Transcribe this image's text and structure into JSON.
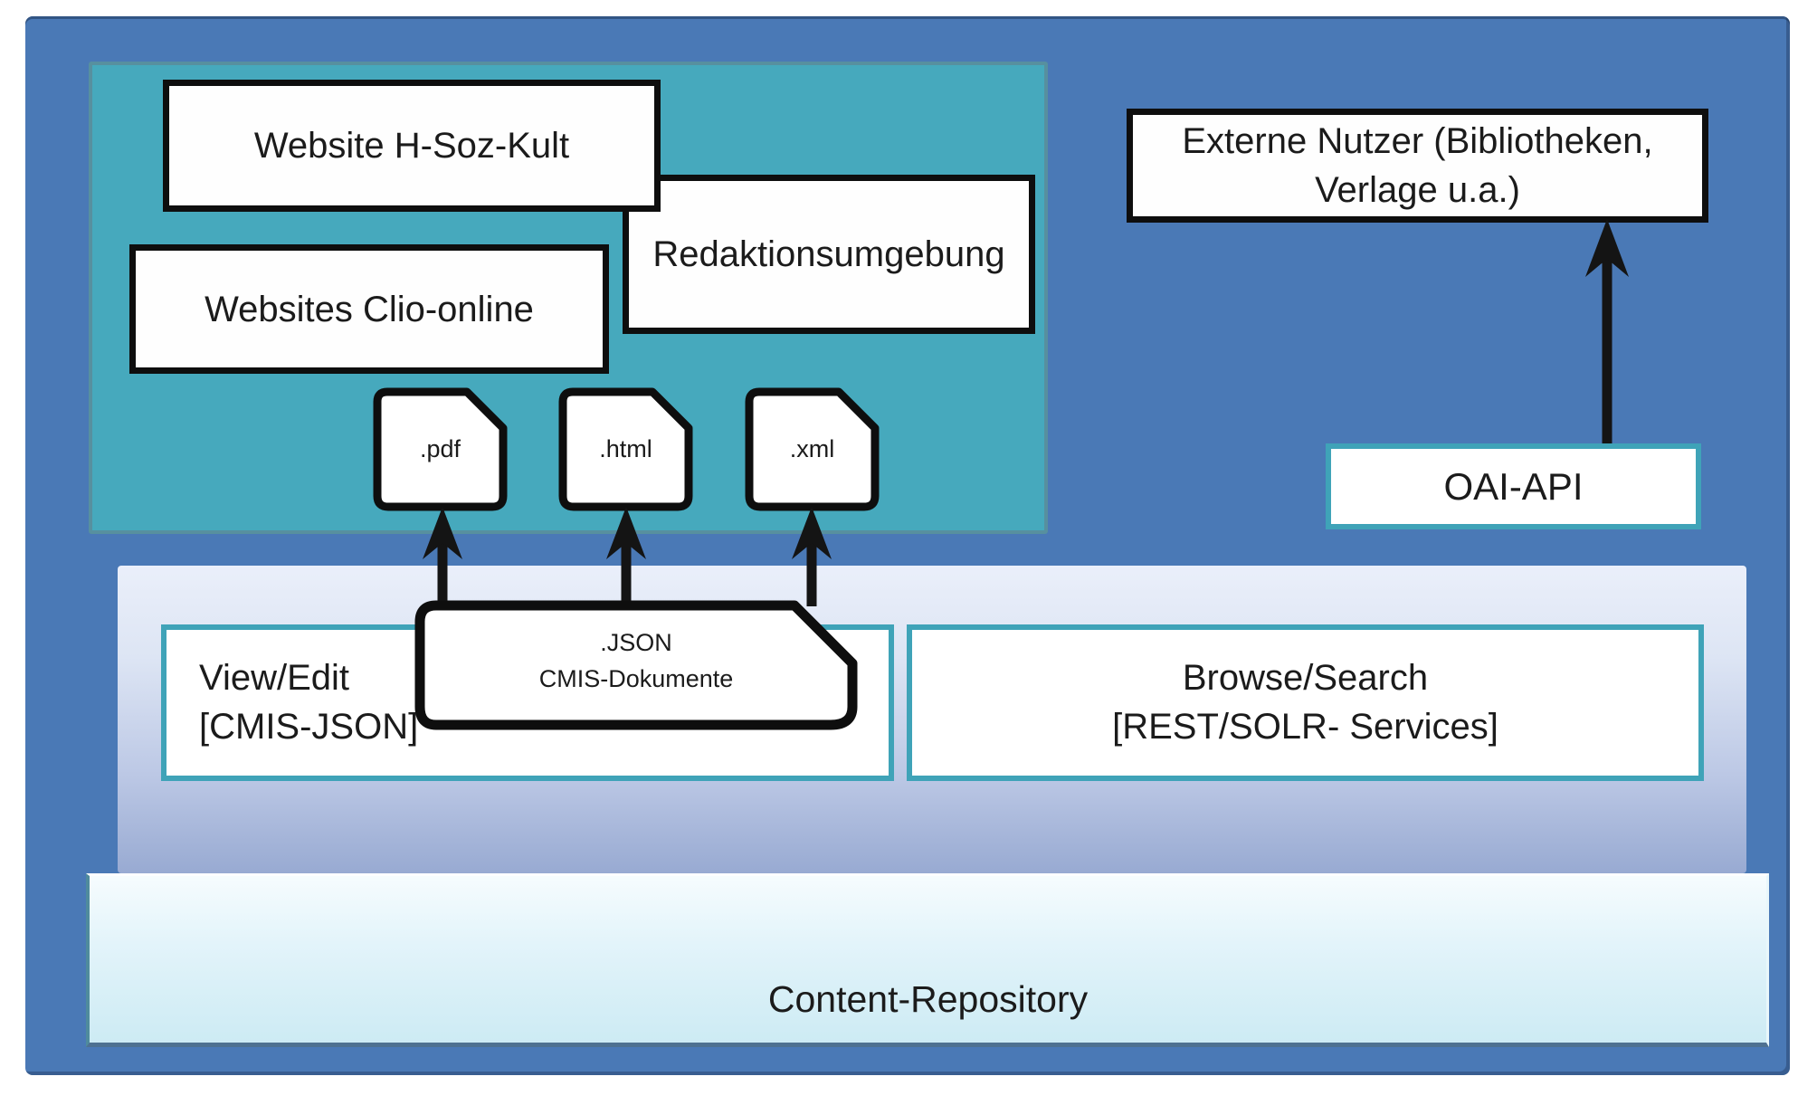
{
  "colors": {
    "page_bg": "#ffffff",
    "outer_blue": "#4a79b6",
    "teal_group": "#46a9bd",
    "teal_group_border": "#57909f",
    "box_border_black": "#0e0e0e",
    "teal_box_border": "#3fa3b8",
    "panel_top": "#eaeffa",
    "panel_bottom": "#98aad2",
    "bar_top": "#f6fcfe",
    "bar_bottom": "#cdebf4",
    "bar_bottom_edge": "#4e7191",
    "text": "#1b1b1b",
    "arrow": "#141414"
  },
  "frontend_group": {
    "website_hsozkult": "Website H-Soz-Kult",
    "websites_clio_online": "Websites Clio-online",
    "redaktionsumgebung": "Redaktionsumgebung",
    "file_icons": [
      {
        "label": ".pdf"
      },
      {
        "label": ".html"
      },
      {
        "label": ".xml"
      }
    ]
  },
  "external_access": {
    "externe_nutzer": {
      "line1": "Externe Nutzer (Bibliotheken,",
      "line2": "Verlage u.a.)"
    },
    "oai_api": "OAI-API"
  },
  "service_layer": {
    "view_edit": {
      "line1": "View/Edit",
      "line2": "[CMIS-JSON]"
    },
    "json_documents": {
      "line1": ".JSON",
      "line2": "CMIS-Dokumente"
    },
    "browse_search": {
      "line1": "Browse/Search",
      "line2": "[REST/SOLR- Services]"
    }
  },
  "repository": {
    "label": "Content-Repository"
  }
}
